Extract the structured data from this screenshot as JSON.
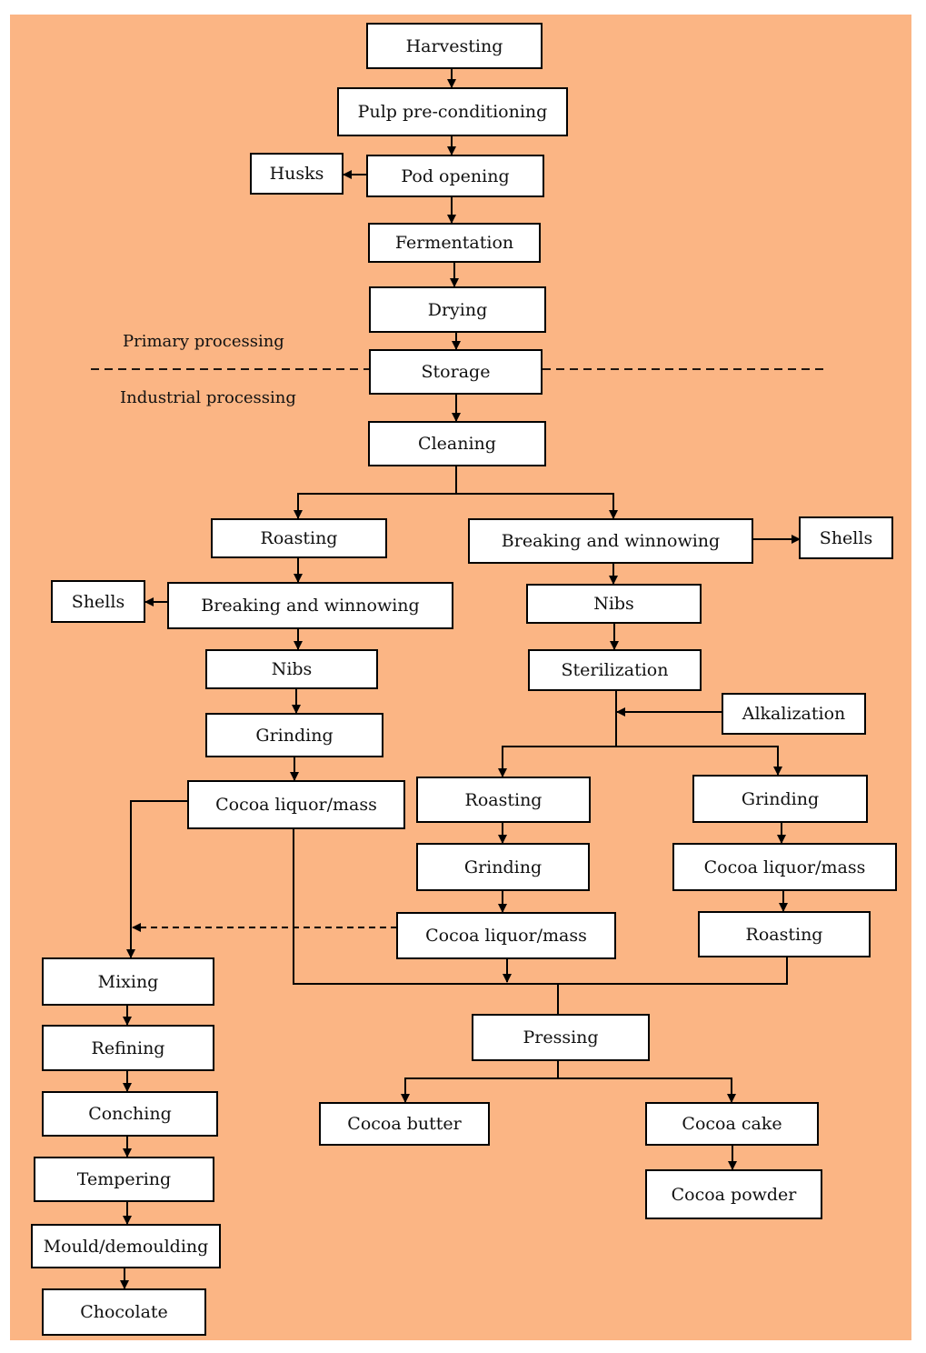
{
  "colors": {
    "background": "#fbb584",
    "box_fill": "#ffffff",
    "line": "#000000"
  },
  "labels": {
    "primary": "Primary processing",
    "industrial": "Industrial processing"
  },
  "nodes": {
    "harvesting": "Harvesting",
    "pulp": "Pulp pre-conditioning",
    "husks": "Husks",
    "pod_opening": "Pod opening",
    "fermentation": "Fermentation",
    "drying": "Drying",
    "storage": "Storage",
    "cleaning": "Cleaning",
    "l_roasting": "Roasting",
    "l_breaking": "Breaking and winnowing",
    "l_shells": "Shells",
    "l_nibs": "Nibs",
    "l_grinding": "Grinding",
    "l_liquor": "Cocoa liquor/mass",
    "r_breaking": "Breaking and winnowing",
    "r_shells": "Shells",
    "r_nibs": "Nibs",
    "sterilization": "Sterilization",
    "alkalization": "Alkalization",
    "m_roasting": "Roasting",
    "m_grinding": "Grinding",
    "m_liquor": "Cocoa liquor/mass",
    "rr_grinding": "Grinding",
    "rr_liquor": "Cocoa liquor/mass",
    "rr_roasting": "Roasting",
    "pressing": "Pressing",
    "cocoa_butter": "Cocoa butter",
    "cocoa_cake": "Cocoa cake",
    "cocoa_powder": "Cocoa powder",
    "mixing": "Mixing",
    "refining": "Refining",
    "conching": "Conching",
    "tempering": "Tempering",
    "mould": "Mould/demoulding",
    "chocolate": "Chocolate"
  }
}
